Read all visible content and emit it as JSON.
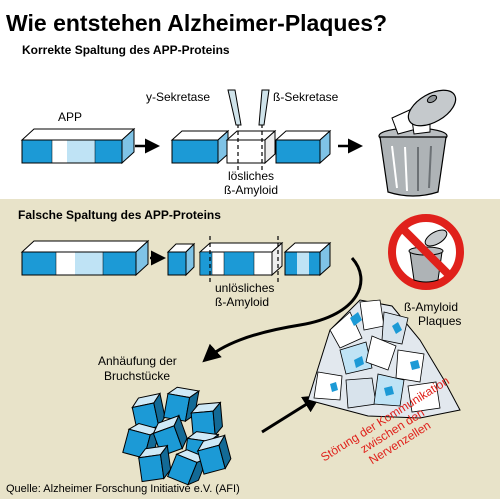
{
  "title": "Wie entstehen Alzheimer-Plaques?",
  "correct_section": {
    "heading": "Korrekte Spaltung des APP-Proteins",
    "app_label": "APP",
    "gamma_label": "y-Sekretase",
    "beta_label": "ß-Sekretase",
    "soluble_line1": "lösliches",
    "soluble_line2": "ß-Amyloid"
  },
  "wrong_section": {
    "heading": "Falsche Spaltung des APP-Proteins",
    "insoluble_line1": "unlösliches",
    "insoluble_line2": "ß-Amyloid",
    "accumulation_line1": "Anhäufung der",
    "accumulation_line2": "Bruchstücke",
    "plaques_line1": "ß-Amyloid",
    "plaques_line2": "Plaques",
    "disruption_line1": "Störung der Kommunikation",
    "disruption_line2": "zwischen den",
    "disruption_line3": "Nervenzellen"
  },
  "source": "Quelle: Alzheimer Forschung Initiative e.V. (AFI)",
  "colors": {
    "protein_blue": "#1c9ad6",
    "protein_light_blue": "#bfe3f5",
    "lower_background": "#e8e3c9",
    "prohibition_red": "#e0211b",
    "disruption_text_red": "#e0211b"
  },
  "icons": {
    "trash": "trash-can-icon",
    "forbidden": "no-trash-icon",
    "arrow": "arrow-icon"
  }
}
